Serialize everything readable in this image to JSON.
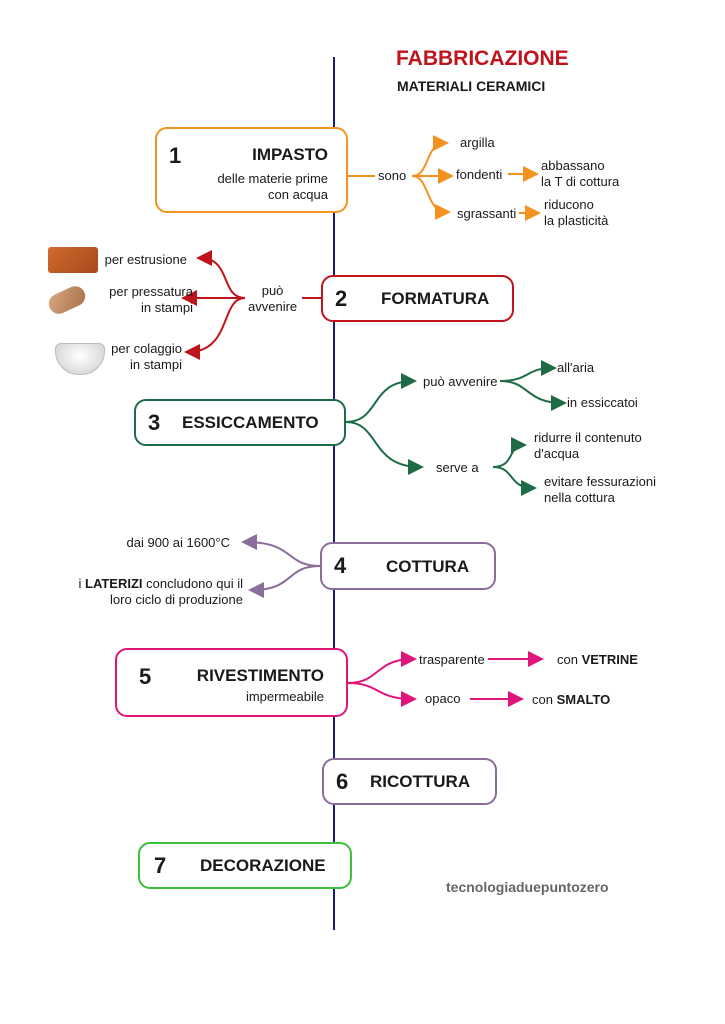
{
  "header": {
    "title": "FABBRICAZIONE",
    "subtitle": "MATERIALI CERAMICI"
  },
  "colors": {
    "title": "#c0141c",
    "line": "#1b1b7a",
    "step1": "#f39220",
    "step2": "#c0141c",
    "step3": "#1e6b45",
    "step4": "#8a6d9a",
    "step5": "#e0157a",
    "step6": "#8a6d9a",
    "step7": "#3cc03c"
  },
  "steps": [
    {
      "num": "1",
      "title": "IMPASTO",
      "desc1": "delle materie prime",
      "desc2": "con acqua"
    },
    {
      "num": "2",
      "title": "FORMATURA"
    },
    {
      "num": "3",
      "title": "ESSICCAMENTO"
    },
    {
      "num": "4",
      "title": "COTTURA"
    },
    {
      "num": "5",
      "title": "RIVESTIMENTO",
      "desc1": "impermeabile"
    },
    {
      "num": "6",
      "title": "RICOTTURA"
    },
    {
      "num": "7",
      "title": "DECORAZIONE"
    }
  ],
  "impasto": {
    "link": "sono",
    "items": [
      "argilla",
      "fondenti",
      "sgrassanti"
    ],
    "fondenti_effect": [
      "abbassano",
      "la T di cottura"
    ],
    "sgrassanti_effect": [
      "riducono",
      "la plasticità"
    ]
  },
  "formatura": {
    "link": [
      "può",
      "avvenire"
    ],
    "items": [
      [
        "per estrusione"
      ],
      [
        "per pressatura",
        "in stampi"
      ],
      [
        "per colaggio",
        "in stampi"
      ]
    ]
  },
  "essiccamento": {
    "link1": "può avvenire",
    "items1": [
      "all'aria",
      "in essiccatoi"
    ],
    "link2": "serve a",
    "items2": [
      [
        "ridurre il contenuto",
        "d'acqua"
      ],
      [
        "evitare fessurazioni",
        "nella cottura"
      ]
    ]
  },
  "cottura": {
    "temp": "dai 900 ai 1600°C",
    "laterizi": {
      "pre": "i ",
      "bold": "LATERIZI",
      "post": " concludono qui il",
      "line2": "loro ciclo di produzione"
    }
  },
  "rivestimento": {
    "items": [
      "trasparente",
      "opaco"
    ],
    "results": [
      {
        "pre": "con ",
        "bold": "VETRINE"
      },
      {
        "pre": "con ",
        "bold": "SMALTO"
      }
    ]
  },
  "footer": {
    "credit": "tecnologiaduepuntozero"
  }
}
